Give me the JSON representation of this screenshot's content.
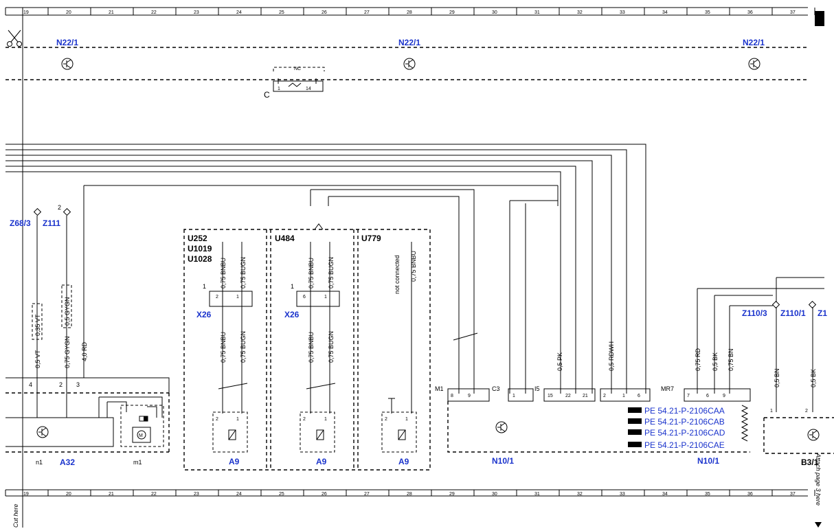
{
  "ruler_numbers": [
    "19",
    "20",
    "21",
    "22",
    "23",
    "24",
    "25",
    "26",
    "27",
    "28",
    "29",
    "30",
    "31",
    "32",
    "33",
    "34",
    "35",
    "36",
    "37"
  ],
  "side_text": {
    "cut_here": "Cut here",
    "attach_page": "Attach page 3 here"
  },
  "connector_c": {
    "label": "C",
    "nc": "NC",
    "pin_left": "1",
    "pin_right": "14"
  },
  "n22_labels": [
    "N22/1",
    "N22/1",
    "N22/1"
  ],
  "ground_points": {
    "z68": {
      "label": "Z68/3"
    },
    "z111": {
      "label": "Z111",
      "pin": "2"
    },
    "z110_3": {
      "label": "Z110/3"
    },
    "z110_1": {
      "label": "Z110/1"
    },
    "z1": {
      "label": "Z1"
    }
  },
  "a32": {
    "label": "A32",
    "sub_n1": "n1",
    "sub_m1": "m1",
    "motor": "M",
    "pins": [
      "4",
      "2",
      "3"
    ],
    "wires": [
      "0,5 VT",
      "0,75 GYGN",
      "4,0 RD"
    ],
    "boxed_wires": [
      "0,35 VT",
      "0,5 GYGN"
    ]
  },
  "variants": {
    "u252": {
      "codes": [
        "U252",
        "U1019",
        "U1028"
      ],
      "x26": "X26",
      "a9": "A9",
      "pin_group": "1",
      "pins": [
        "2",
        "1"
      ],
      "wires_top": [
        "0,75 BNBU",
        "0,75 BUGN"
      ],
      "wires_mid": [
        "0,75 BNBU",
        "0,75 BUGN"
      ],
      "a9_pins": [
        "2",
        "1"
      ]
    },
    "u484": {
      "code": "U484",
      "x26": "X26",
      "a9": "A9",
      "pin_group": "1",
      "pins": [
        "6",
        "1"
      ],
      "wires_top": [
        "0,75 BNBU",
        "0,75 BUGN"
      ],
      "wires_mid": [
        "0,75 BNBU",
        "0,75 BUGN"
      ],
      "a9_pins": [
        "2",
        "1"
      ]
    },
    "u779": {
      "code": "U779",
      "a9": "A9",
      "wires": [
        "not connected",
        "0,75 BNBU"
      ],
      "a9_pins": [
        "2",
        "1"
      ]
    }
  },
  "n10": {
    "label": "N10/1",
    "label2": "N10/1",
    "connectors": [
      "M1",
      "C3",
      "I5",
      "MR7"
    ],
    "pins_m1": [
      "8",
      "9"
    ],
    "pins_c3": [
      "1"
    ],
    "pins_i5": [
      "15",
      "22",
      "21"
    ],
    "pins_mid": [
      "2",
      "1",
      "6"
    ],
    "pins_mr7": [
      "7",
      "6",
      "9"
    ],
    "wires": [
      "0,5 PK",
      "0,5 RDWH",
      "0,75 RD",
      "0,5 BK",
      "0,75 BN"
    ],
    "refs": [
      "PE 54.21-P-2106CAA",
      "PE 54.21-P-2106CAB",
      "PE 54.21-P-2106CAD",
      "PE 54.21-P-2106CAE"
    ]
  },
  "b3": {
    "label": "B3/1",
    "pins": [
      "1",
      "2"
    ],
    "wires": [
      "0,5 BN",
      "0,5 BK"
    ]
  }
}
